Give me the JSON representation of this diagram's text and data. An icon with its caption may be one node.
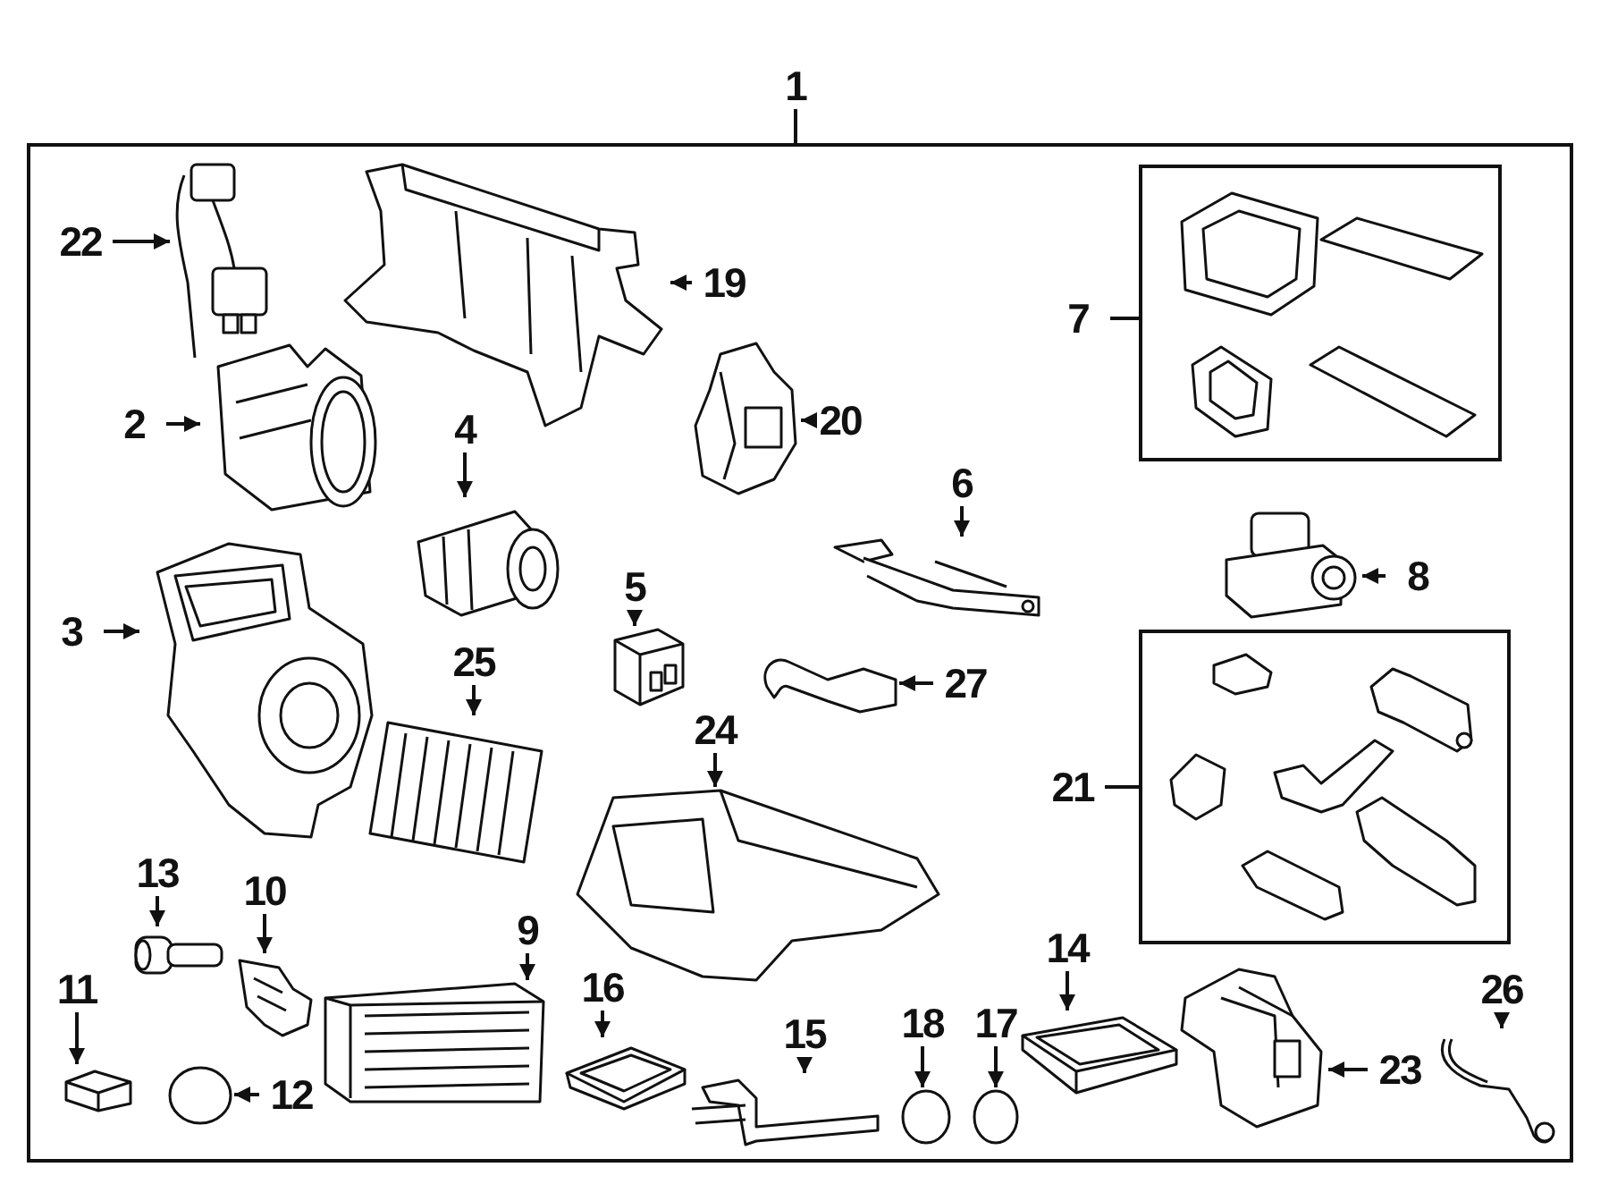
{
  "diagram": {
    "nodes": [
      {
        "text": [
          "1"
        ]
      },
      {
        "text": [],
        "shape": "box"
      },
      {
        "text": [
          "22"
        ],
        "in": 1
      },
      {
        "text": [],
        "shape": "picture",
        "in": 1
      },
      {
        "text": [
          "19"
        ],
        "in": 1
      },
      {
        "text": [],
        "shape": "picture",
        "in": 1
      },
      {
        "text": [
          "7"
        ],
        "in": 1
      },
      {
        "text": [],
        "shape": "box",
        "in": 1
      },
      {
        "text": [
          "2"
        ],
        "in": 1
      },
      {
        "text": [],
        "shape": "picture",
        "in": 1
      },
      {
        "text": [
          "20"
        ],
        "in": 1
      },
      {
        "text": [],
        "shape": "picture",
        "in": 1
      },
      {
        "text": [
          "4"
        ],
        "in": 1
      },
      {
        "text": [],
        "shape": "picture",
        "in": 1
      },
      {
        "text": [
          "6"
        ],
        "in": 1
      },
      {
        "text": [],
        "shape": "picture",
        "in": 1
      },
      {
        "text": [
          "8"
        ],
        "in": 1
      },
      {
        "text": [],
        "shape": "picture",
        "in": 1
      },
      {
        "text": [
          "5"
        ],
        "in": 1
      },
      {
        "text": [],
        "shape": "picture",
        "in": 1
      },
      {
        "text": [
          "3"
        ],
        "in": 1
      },
      {
        "text": [],
        "shape": "picture",
        "in": 1
      },
      {
        "text": [
          "25"
        ],
        "in": 1
      },
      {
        "text": [],
        "shape": "picture",
        "in": 1
      },
      {
        "text": [
          "27"
        ],
        "in": 1
      },
      {
        "text": [],
        "shape": "picture",
        "in": 1
      },
      {
        "text": [
          "24"
        ],
        "in": 1
      },
      {
        "text": [],
        "shape": "picture",
        "in": 1
      },
      {
        "text": [
          "21"
        ],
        "in": 1
      },
      {
        "text": [],
        "shape": "box",
        "in": 1
      },
      {
        "text": [
          "13"
        ],
        "in": 1
      },
      {
        "text": [],
        "shape": "picture",
        "in": 1
      },
      {
        "text": [
          "10"
        ],
        "in": 1
      },
      {
        "text": [],
        "shape": "picture",
        "in": 1
      },
      {
        "text": [
          "9"
        ],
        "in": 1
      },
      {
        "text": [],
        "shape": "picture",
        "in": 1
      },
      {
        "text": [
          "16"
        ],
        "in": 1
      },
      {
        "text": [],
        "shape": "picture",
        "in": 1
      },
      {
        "text": [
          "14"
        ],
        "in": 1
      },
      {
        "text": [],
        "shape": "picture",
        "in": 1
      },
      {
        "text": [
          "11"
        ],
        "in": 1
      },
      {
        "text": [],
        "shape": "picture",
        "in": 1
      },
      {
        "text": [
          "26"
        ],
        "in": 1
      },
      {
        "text": [],
        "shape": "picture",
        "in": 1
      },
      {
        "text": [
          "12"
        ],
        "in": 1
      },
      {
        "text": [],
        "shape": "circle",
        "in": 1
      },
      {
        "text": [
          "18"
        ],
        "in": 1
      },
      {
        "text": [],
        "shape": "circle",
        "in": 1
      },
      {
        "text": [
          "15"
        ],
        "in": 1
      },
      {
        "text": [],
        "shape": "picture",
        "in": 1
      },
      {
        "text": [
          "23"
        ],
        "in": 1
      },
      {
        "text": [],
        "shape": "picture",
        "in": 1
      },
      {
        "text": [
          "17"
        ],
        "in": 1
      },
      {
        "text": [],
        "shape": "circle",
        "in": 1
      }
    ],
    "edges": [
      {
        "from": 0,
        "to": 1,
        "arrow": "none"
      },
      {
        "from": 2,
        "to": 3,
        "arrow": "to"
      },
      {
        "from": 4,
        "to": 5,
        "arrow": "to"
      },
      {
        "from": 6,
        "to": 7,
        "arrow": "none"
      },
      {
        "from": 8,
        "to": 9,
        "arrow": "to"
      },
      {
        "from": 10,
        "to": 11,
        "arrow": "to"
      },
      {
        "from": 12,
        "to": 13,
        "arrow": "to"
      },
      {
        "from": 14,
        "to": 15,
        "arrow": "to"
      },
      {
        "from": 16,
        "to": 17,
        "arrow": "to"
      },
      {
        "from": 18,
        "to": 19,
        "arrow": "to"
      },
      {
        "from": 20,
        "to": 21,
        "arrow": "to"
      },
      {
        "from": 22,
        "to": 23,
        "arrow": "to"
      },
      {
        "from": 24,
        "to": 25,
        "arrow": "to"
      },
      {
        "from": 26,
        "to": 27,
        "arrow": "to"
      },
      {
        "from": 28,
        "to": 29,
        "arrow": "none"
      },
      {
        "from": 30,
        "to": 31,
        "arrow": "to"
      },
      {
        "from": 32,
        "to": 33,
        "arrow": "to"
      },
      {
        "from": 34,
        "to": 35,
        "arrow": "to"
      },
      {
        "from": 36,
        "to": 37,
        "arrow": "to"
      },
      {
        "from": 38,
        "to": 39,
        "arrow": "to"
      },
      {
        "from": 40,
        "to": 41,
        "arrow": "to"
      },
      {
        "from": 42,
        "to": 43,
        "arrow": "to"
      },
      {
        "from": 44,
        "to": 45,
        "arrow": "to"
      },
      {
        "from": 46,
        "to": 47,
        "arrow": "to"
      },
      {
        "from": 48,
        "to": 49,
        "arrow": "to"
      },
      {
        "from": 50,
        "to": 51,
        "arrow": "to"
      },
      {
        "from": 52,
        "to": 53,
        "arrow": "to"
      }
    ]
  }
}
